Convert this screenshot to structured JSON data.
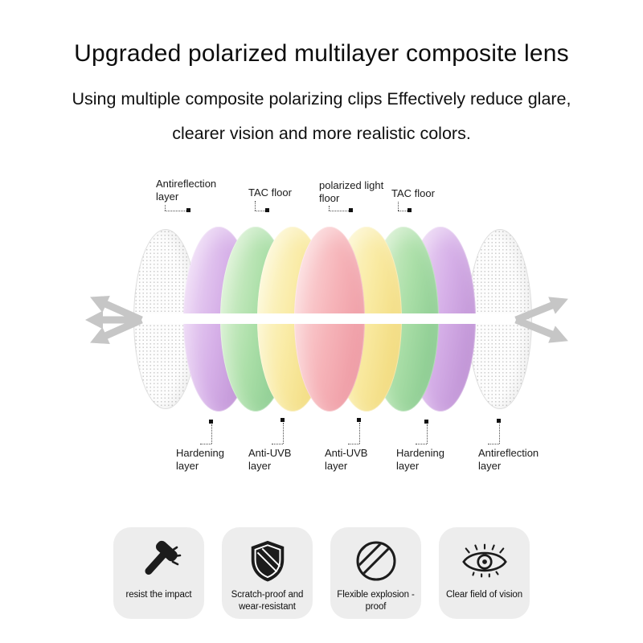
{
  "header": {
    "title": "Upgraded polarized multilayer composite lens",
    "subtitle_line1": "Using multiple composite polarizing clips Effectively reduce glare,",
    "subtitle_line2": "clearer vision and more realistic colors."
  },
  "diagram": {
    "top_labels": [
      "Antireflection layer",
      "TAC floor",
      "polarized light floor",
      "TAC floor"
    ],
    "bottom_labels": [
      "Hardening layer",
      "Anti-UVB layer",
      "Anti-UVB layer",
      "Hardening layer",
      "Antireflection layer"
    ],
    "layers": [
      {
        "name": "antireflection-layer-left",
        "style": "mesh"
      },
      {
        "name": "hardening-layer-left",
        "style": "purple"
      },
      {
        "name": "tac-layer-left",
        "style": "green"
      },
      {
        "name": "anti-uvb-layer-left",
        "style": "yellow"
      },
      {
        "name": "polarized-light-layer",
        "style": "pink"
      },
      {
        "name": "anti-uvb-layer-right",
        "style": "yellow"
      },
      {
        "name": "tac-layer-right",
        "style": "green"
      },
      {
        "name": "hardening-layer-right",
        "style": "purple"
      },
      {
        "name": "antireflection-layer-right",
        "style": "mesh"
      }
    ],
    "palette": {
      "purple": {
        "light": "#eed9f6",
        "mid": "#d6b0e8",
        "dark": "#bd8fd3"
      },
      "green": {
        "light": "#d9f1d0",
        "mid": "#abdfa8",
        "dark": "#87c98e"
      },
      "yellow": {
        "light": "#fdf8d4",
        "mid": "#f9eaa2",
        "dark": "#f1d97a"
      },
      "pink": {
        "light": "#fcdadb",
        "mid": "#f6b4b9",
        "dark": "#ed97a1"
      }
    }
  },
  "features": [
    {
      "icon": "hammer-icon",
      "label": "resist the impact"
    },
    {
      "icon": "shield-icon",
      "label": "Scratch-proof and wear-resistant"
    },
    {
      "icon": "explosion-proof-icon",
      "label": "Flexible explosion -proof"
    },
    {
      "icon": "eye-icon",
      "label": "Clear field of vision"
    }
  ]
}
